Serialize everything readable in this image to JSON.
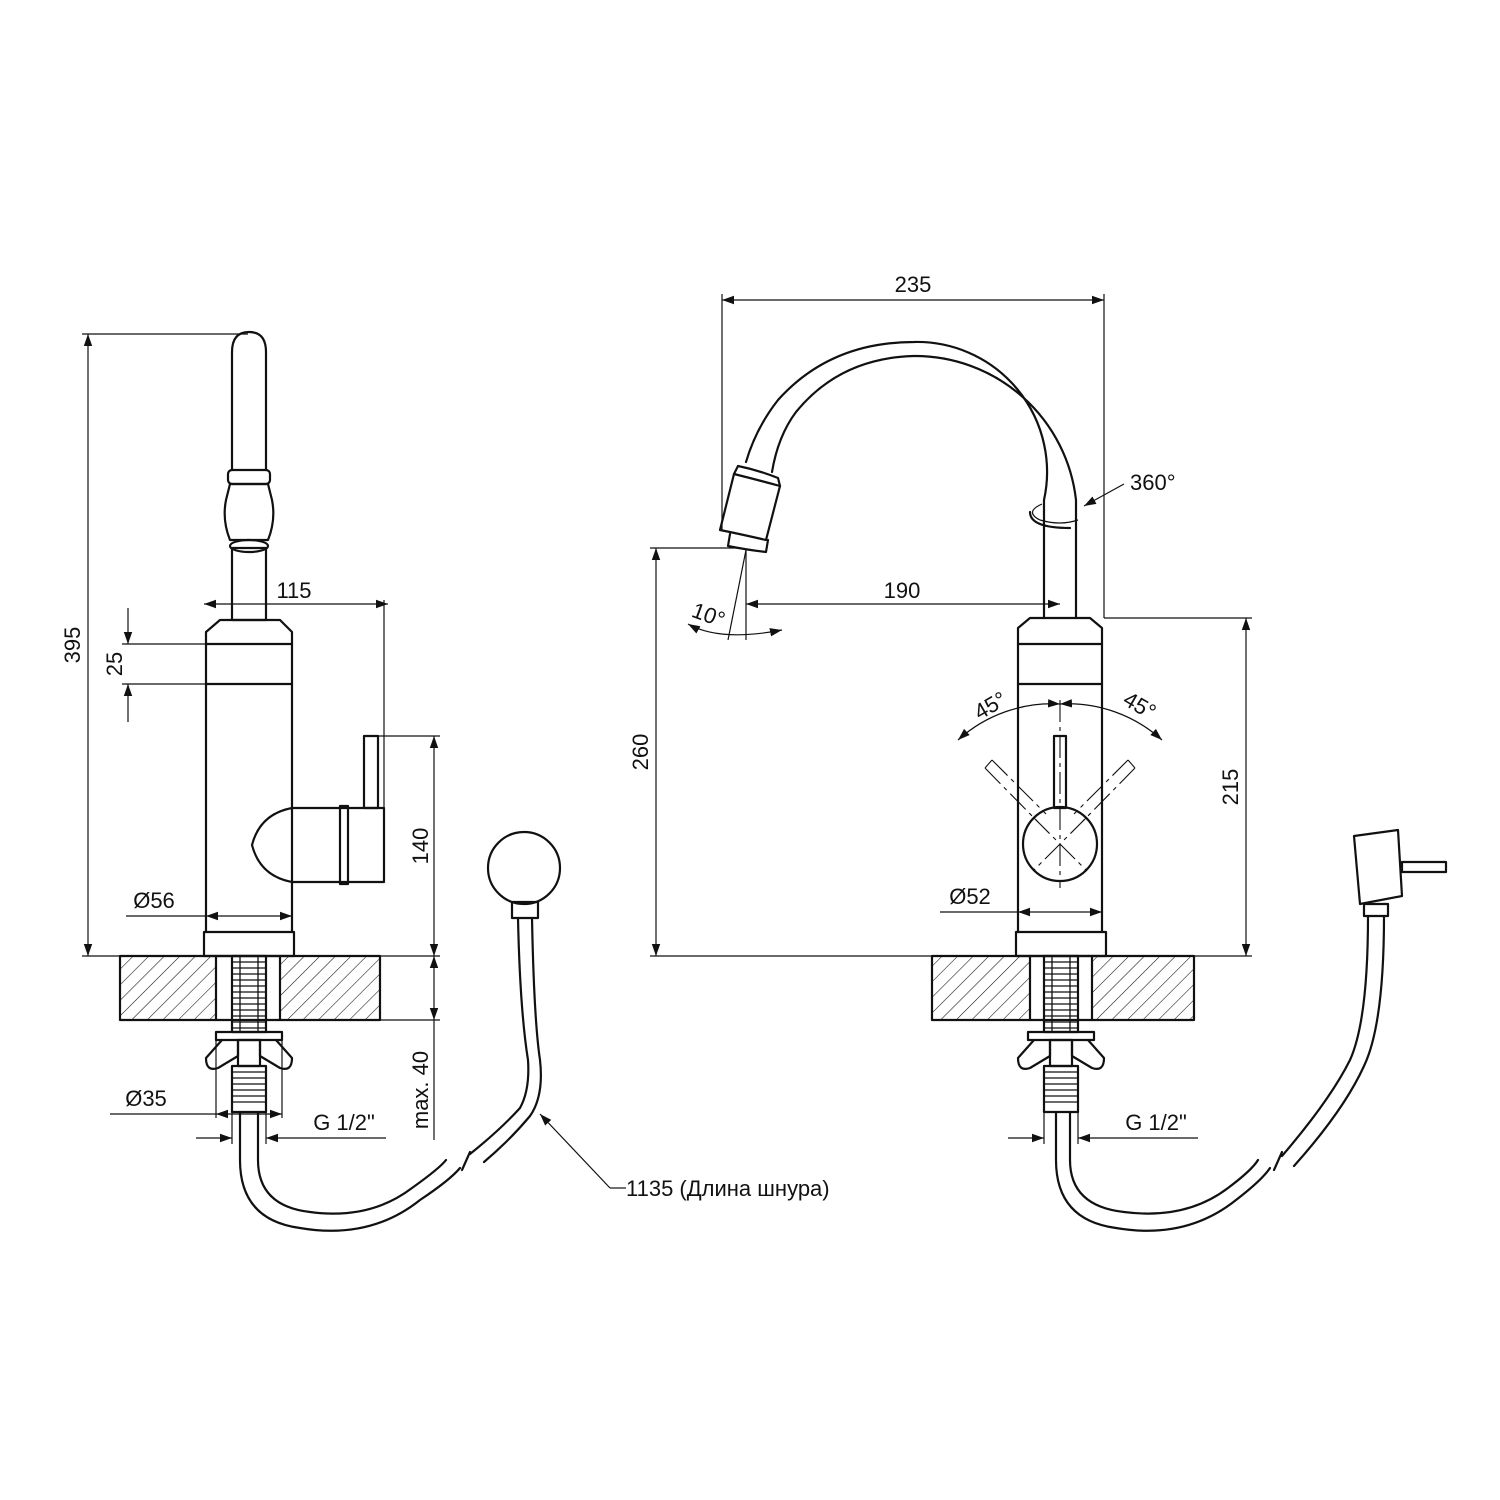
{
  "dimensions": {
    "d395": "395",
    "d115": "115",
    "d25": "25",
    "d140": "140",
    "d56": "Ø56",
    "d35": "Ø35",
    "dmax40": "max. 40",
    "dg12_left": "G 1/2\"",
    "d235": "235",
    "d360": "360°",
    "d190": "190",
    "d10": "10°",
    "d260": "260",
    "d215": "215",
    "d45_left": "45°",
    "d45_right": "45°",
    "d52": "Ø52",
    "dg12_right": "G 1/2\"",
    "cord": "1135 (Длина шнура)"
  }
}
